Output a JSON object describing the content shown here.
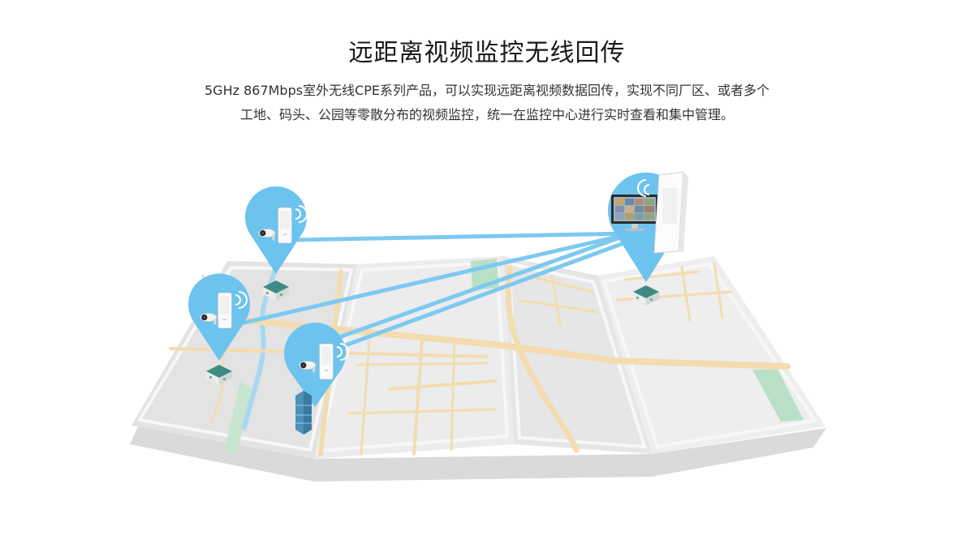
{
  "header": {
    "title": "远距离视频监控无线回传",
    "description_line1": "5GHz 867Mbps室外无线CPE系列产品，可以实现远距离视频数据回传，实现不同厂区、或者多个",
    "description_line2": "工地、码头、公园等零散分布的视频监控，统一在监控中心进行实时查看和集中管理。"
  },
  "colors": {
    "link": "#7dc9ef",
    "pin": "#6cc3ee",
    "map_base": "#e4e4e4",
    "road": "#f2dcb0",
    "water": "#a9d7f2",
    "park": "#b9e0c6"
  },
  "icons": {
    "pin": "location-pin-icon",
    "cpe": "outdoor-cpe-device-icon",
    "camera": "bullet-camera-icon",
    "signal": "wifi-signal-icon",
    "monitor": "monitoring-screen-icon",
    "building": "building-icon"
  }
}
